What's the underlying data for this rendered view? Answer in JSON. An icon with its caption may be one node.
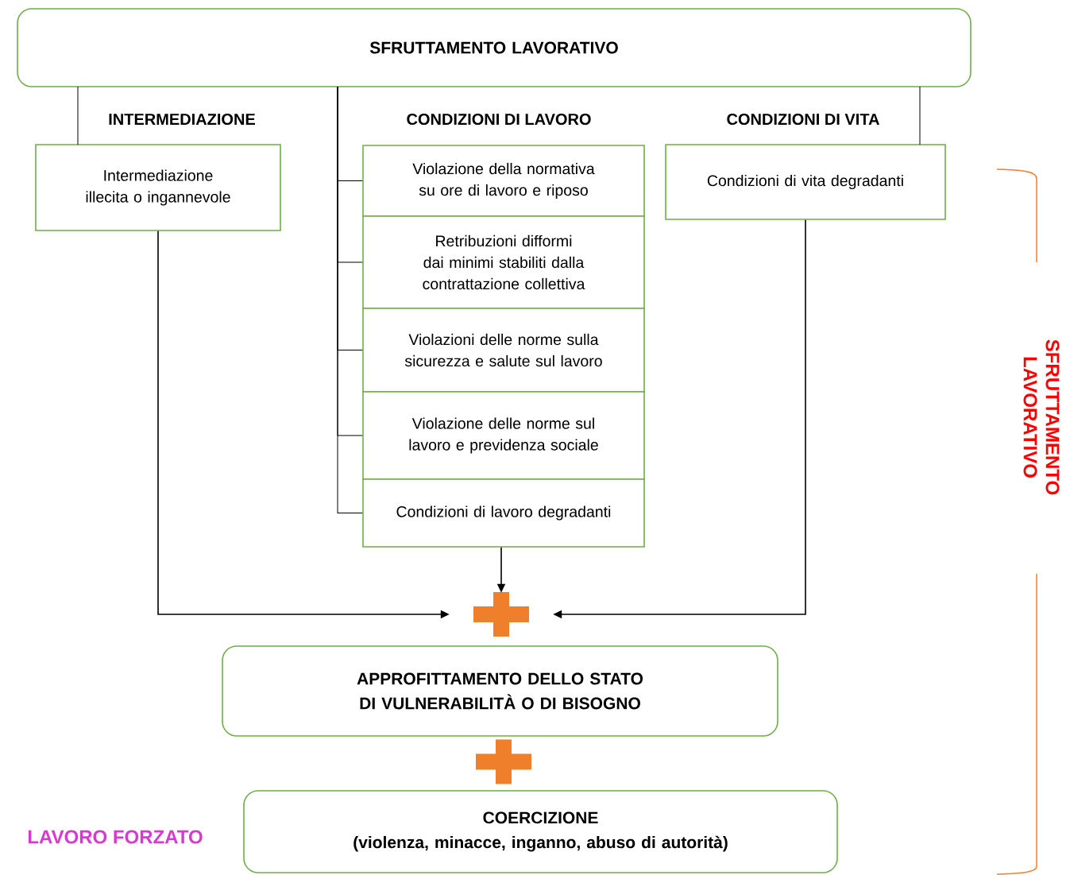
{
  "diagram": {
    "nodes": [
      {
        "text": [
          "SFRUTTAMENTO LAVORATIVO"
        ]
      },
      {
        "text": [
          "Intermediazione illecita o ingannevole"
        ]
      },
      {
        "text": [
          "Violazione della normativa su ore di lavoro e riposo"
        ]
      },
      {
        "text": [
          "Retribuzioni difformi dai minimi stabiliti dalla contrattazione collettiva"
        ]
      },
      {
        "text": [
          "Violazioni delle norme sulla sicurezza e salute sul lavoro"
        ]
      },
      {
        "text": [
          "Violazione delle norme sul lavoro e previdenza sociale"
        ]
      },
      {
        "text": [
          "Condizioni di lavoro degradanti"
        ]
      },
      {
        "text": [
          "Condizioni di vita degradanti"
        ]
      },
      {
        "text": [],
        "shape": "cross"
      },
      {
        "text": [
          "APPROFITTAMENTO DELLO STATO DI VULNERABILITÀ O DI BISOGNO"
        ]
      },
      {
        "text": [],
        "shape": "cross"
      },
      {
        "text": [
          "COERCIZIONE",
          "(violenza, minacce, inganno, abuso di autorità)"
        ]
      }
    ],
    "edges": [
      {
        "from": 0,
        "to": 1,
        "arrow": "none"
      },
      {
        "from": 0,
        "to": 2,
        "arrow": "none"
      },
      {
        "from": 0,
        "to": 3,
        "arrow": "none"
      },
      {
        "from": 0,
        "to": 4,
        "arrow": "none"
      },
      {
        "from": 0,
        "to": 5,
        "arrow": "none"
      },
      {
        "from": 0,
        "to": 6,
        "arrow": "none"
      },
      {
        "from": 0,
        "to": 7,
        "arrow": "none"
      },
      {
        "from": 1,
        "to": 8,
        "arrow": "to"
      },
      {
        "from": 6,
        "to": 8,
        "arrow": "to"
      },
      {
        "from": 7,
        "to": 8,
        "arrow": "to"
      }
    ],
    "labels": [
      "INTERMEDIAZIONE",
      "CONDIZIONI DI LAVORO",
      "CONDIZIONI DI VITA",
      "SFRUTTAMENTO LAVORATIVO",
      "LAVORO FORZATO"
    ]
  }
}
